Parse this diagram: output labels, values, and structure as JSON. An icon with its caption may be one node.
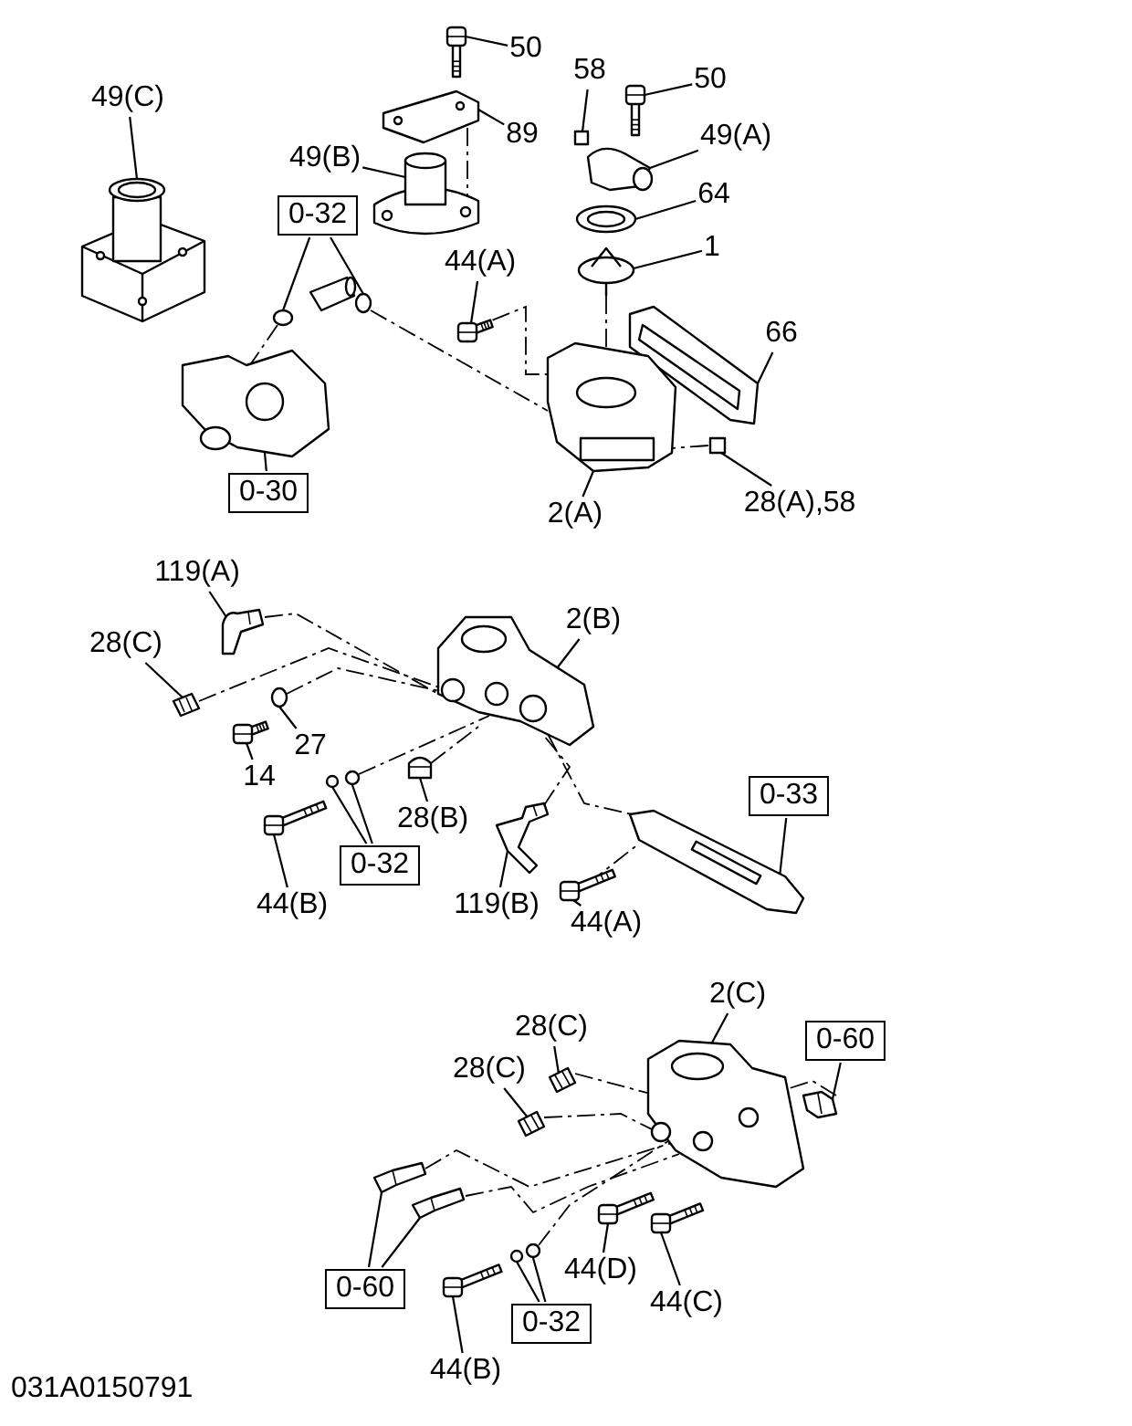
{
  "diagram": {
    "nodes": [
      {
        "text": [
          "49(C)"
        ]
      },
      {
        "text": [
          "50"
        ]
      },
      {
        "text": [
          "89"
        ]
      },
      {
        "text": [
          "49(B)"
        ]
      },
      {
        "text": [
          "58"
        ]
      },
      {
        "text": [
          "50"
        ]
      },
      {
        "text": [
          "49(A)"
        ]
      },
      {
        "text": [
          "64"
        ]
      },
      {
        "text": [
          "1"
        ]
      },
      {
        "text": [
          "0-32"
        ]
      },
      {
        "text": [
          "44(A)"
        ]
      },
      {
        "text": [
          "66"
        ]
      },
      {
        "text": [
          "0-30"
        ]
      },
      {
        "text": [
          "2(A)"
        ]
      },
      {
        "text": [
          "28(A),58"
        ]
      },
      {
        "text": [
          "119(A)"
        ]
      },
      {
        "text": [
          "28(C)"
        ]
      },
      {
        "text": [
          "2(B)"
        ]
      },
      {
        "text": [
          "27"
        ]
      },
      {
        "text": [
          "14"
        ]
      },
      {
        "text": [
          "28(B)"
        ]
      },
      {
        "text": [
          "0-33"
        ]
      },
      {
        "text": [
          "44(B)"
        ]
      },
      {
        "text": [
          "0-32"
        ]
      },
      {
        "text": [
          "119(B)"
        ]
      },
      {
        "text": [
          "44(A)"
        ]
      },
      {
        "text": [
          "2(C)"
        ]
      },
      {
        "text": [
          "28(C)"
        ]
      },
      {
        "text": [
          "28(C)"
        ]
      },
      {
        "text": [
          "0-60"
        ]
      },
      {
        "text": [
          "0-60"
        ]
      },
      {
        "text": [
          "44(D)"
        ]
      },
      {
        "text": [
          "0-32"
        ]
      },
      {
        "text": [
          "44(C)"
        ]
      },
      {
        "text": [
          "44(B)"
        ]
      },
      {
        "text": [],
        "shape": "picture"
      },
      {
        "text": [],
        "shape": "picture"
      },
      {
        "text": [],
        "shape": "picture"
      },
      {
        "text": [],
        "shape": "picture"
      },
      {
        "text": [],
        "shape": "box"
      },
      {
        "text": [],
        "shape": "picture"
      },
      {
        "text": [],
        "shape": "picture"
      },
      {
        "text": [],
        "shape": "picture"
      },
      {
        "text": [],
        "shape": "picture"
      },
      {
        "text": [],
        "shape": "circle"
      },
      {
        "text": [],
        "shape": "circle"
      },
      {
        "text": [],
        "shape": "picture"
      },
      {
        "text": [],
        "shape": "picture"
      },
      {
        "text": [],
        "shape": "picture"
      },
      {
        "text": [],
        "shape": "picture"
      },
      {
        "text": [],
        "shape": "box"
      },
      {
        "text": [],
        "shape": "picture"
      },
      {
        "text": [],
        "shape": "picture"
      },
      {
        "text": [],
        "shape": "picture"
      },
      {
        "text": [],
        "shape": "circle"
      },
      {
        "text": [],
        "shape": "picture"
      },
      {
        "text": [],
        "shape": "picture"
      },
      {
        "text": [],
        "shape": "picture"
      },
      {
        "text": [],
        "shape": "picture"
      },
      {
        "text": [],
        "shape": "circle"
      },
      {
        "text": [],
        "shape": "circle"
      },
      {
        "text": [],
        "shape": "picture"
      },
      {
        "text": [],
        "shape": "picture"
      },
      {
        "text": [],
        "shape": "picture"
      },
      {
        "text": [],
        "shape": "picture"
      },
      {
        "text": [],
        "shape": "picture"
      },
      {
        "text": [],
        "shape": "picture"
      },
      {
        "text": [],
        "shape": "picture"
      },
      {
        "text": [],
        "shape": "picture"
      },
      {
        "text": [],
        "shape": "picture"
      },
      {
        "text": [],
        "shape": "circle"
      },
      {
        "text": [],
        "shape": "circle"
      },
      {
        "text": [],
        "shape": "picture"
      },
      {
        "text": [],
        "shape": "picture"
      }
    ],
    "edges": [
      {
        "from": 0,
        "to": 35,
        "arrow": "none"
      },
      {
        "from": 1,
        "to": 36,
        "arrow": "none"
      },
      {
        "from": 2,
        "to": 37,
        "arrow": "none"
      },
      {
        "from": 3,
        "to": 38,
        "arrow": "none"
      },
      {
        "from": 4,
        "to": 39,
        "arrow": "none"
      },
      {
        "from": 5,
        "to": 40,
        "arrow": "none"
      },
      {
        "from": 6,
        "to": 41,
        "arrow": "none"
      },
      {
        "from": 7,
        "to": 42,
        "arrow": "none"
      },
      {
        "from": 8,
        "to": 43,
        "arrow": "none"
      },
      {
        "from": 9,
        "to": 44,
        "arrow": "none"
      },
      {
        "from": 9,
        "to": 45,
        "arrow": "none"
      },
      {
        "from": 10,
        "to": 46,
        "arrow": "none"
      },
      {
        "from": 11,
        "to": 47,
        "arrow": "none"
      },
      {
        "from": 12,
        "to": 48,
        "arrow": "none"
      },
      {
        "from": 13,
        "to": 49,
        "arrow": "none"
      },
      {
        "from": 14,
        "to": 50,
        "arrow": "none"
      },
      {
        "from": 15,
        "to": 51,
        "arrow": "none"
      },
      {
        "from": 16,
        "to": 52,
        "arrow": "none"
      },
      {
        "from": 17,
        "to": 53,
        "arrow": "none"
      },
      {
        "from": 18,
        "to": 54,
        "arrow": "none"
      },
      {
        "from": 19,
        "to": 55,
        "arrow": "none"
      },
      {
        "from": 20,
        "to": 56,
        "arrow": "none"
      },
      {
        "from": 21,
        "to": 57,
        "arrow": "none"
      },
      {
        "from": 22,
        "to": 58,
        "arrow": "none"
      },
      {
        "from": 23,
        "to": 59,
        "arrow": "none"
      },
      {
        "from": 23,
        "to": 60,
        "arrow": "none"
      },
      {
        "from": 24,
        "to": 61,
        "arrow": "none"
      },
      {
        "from": 25,
        "to": 62,
        "arrow": "none"
      },
      {
        "from": 26,
        "to": 63,
        "arrow": "none"
      },
      {
        "from": 27,
        "to": 64,
        "arrow": "none"
      },
      {
        "from": 28,
        "to": 65,
        "arrow": "none"
      },
      {
        "from": 29,
        "to": 66,
        "arrow": "none"
      },
      {
        "from": 30,
        "to": 67,
        "arrow": "none"
      },
      {
        "from": 30,
        "to": 68,
        "arrow": "none"
      },
      {
        "from": 31,
        "to": 69,
        "arrow": "none"
      },
      {
        "from": 32,
        "to": 70,
        "arrow": "none"
      },
      {
        "from": 32,
        "to": 71,
        "arrow": "none"
      },
      {
        "from": 33,
        "to": 72,
        "arrow": "none"
      },
      {
        "from": 34,
        "to": 73,
        "arrow": "none"
      },
      {
        "from": 37,
        "to": 38,
        "arrow": "none",
        "style": "dashed"
      },
      {
        "from": 43,
        "to": 49,
        "arrow": "none",
        "style": "dashed"
      },
      {
        "from": 44,
        "to": 48,
        "arrow": "none",
        "style": "dashed"
      },
      {
        "from": 45,
        "to": 49,
        "arrow": "none",
        "style": "dashed"
      },
      {
        "from": 46,
        "to": 49,
        "arrow": "none",
        "style": "dashed"
      },
      {
        "from": 49,
        "to": 50,
        "arrow": "none",
        "style": "dashed"
      },
      {
        "from": 51,
        "to": 53,
        "arrow": "none",
        "style": "dashed"
      },
      {
        "from": 52,
        "to": 53,
        "arrow": "none",
        "style": "dashed"
      },
      {
        "from": 54,
        "to": 53,
        "arrow": "none",
        "style": "dashed"
      },
      {
        "from": 60,
        "to": 53,
        "arrow": "none",
        "style": "dashed"
      },
      {
        "from": 56,
        "to": 53,
        "arrow": "none",
        "style": "dashed"
      },
      {
        "from": 53,
        "to": 57,
        "arrow": "none",
        "style": "dashed"
      },
      {
        "from": 61,
        "to": 53,
        "arrow": "none",
        "style": "dashed"
      },
      {
        "from": 62,
        "to": 57,
        "arrow": "none",
        "style": "dashed"
      },
      {
        "from": 64,
        "to": 63,
        "arrow": "none",
        "style": "dashed"
      },
      {
        "from": 65,
        "to": 63,
        "arrow": "none",
        "style": "dashed"
      },
      {
        "from": 67,
        "to": 63,
        "arrow": "none",
        "style": "dashed"
      },
      {
        "from": 68,
        "to": 63,
        "arrow": "none",
        "style": "dashed"
      },
      {
        "from": 71,
        "to": 63,
        "arrow": "none",
        "style": "dashed"
      },
      {
        "from": 66,
        "to": 63,
        "arrow": "none",
        "style": "dashed"
      }
    ],
    "labels": [
      "031A0150791"
    ]
  }
}
